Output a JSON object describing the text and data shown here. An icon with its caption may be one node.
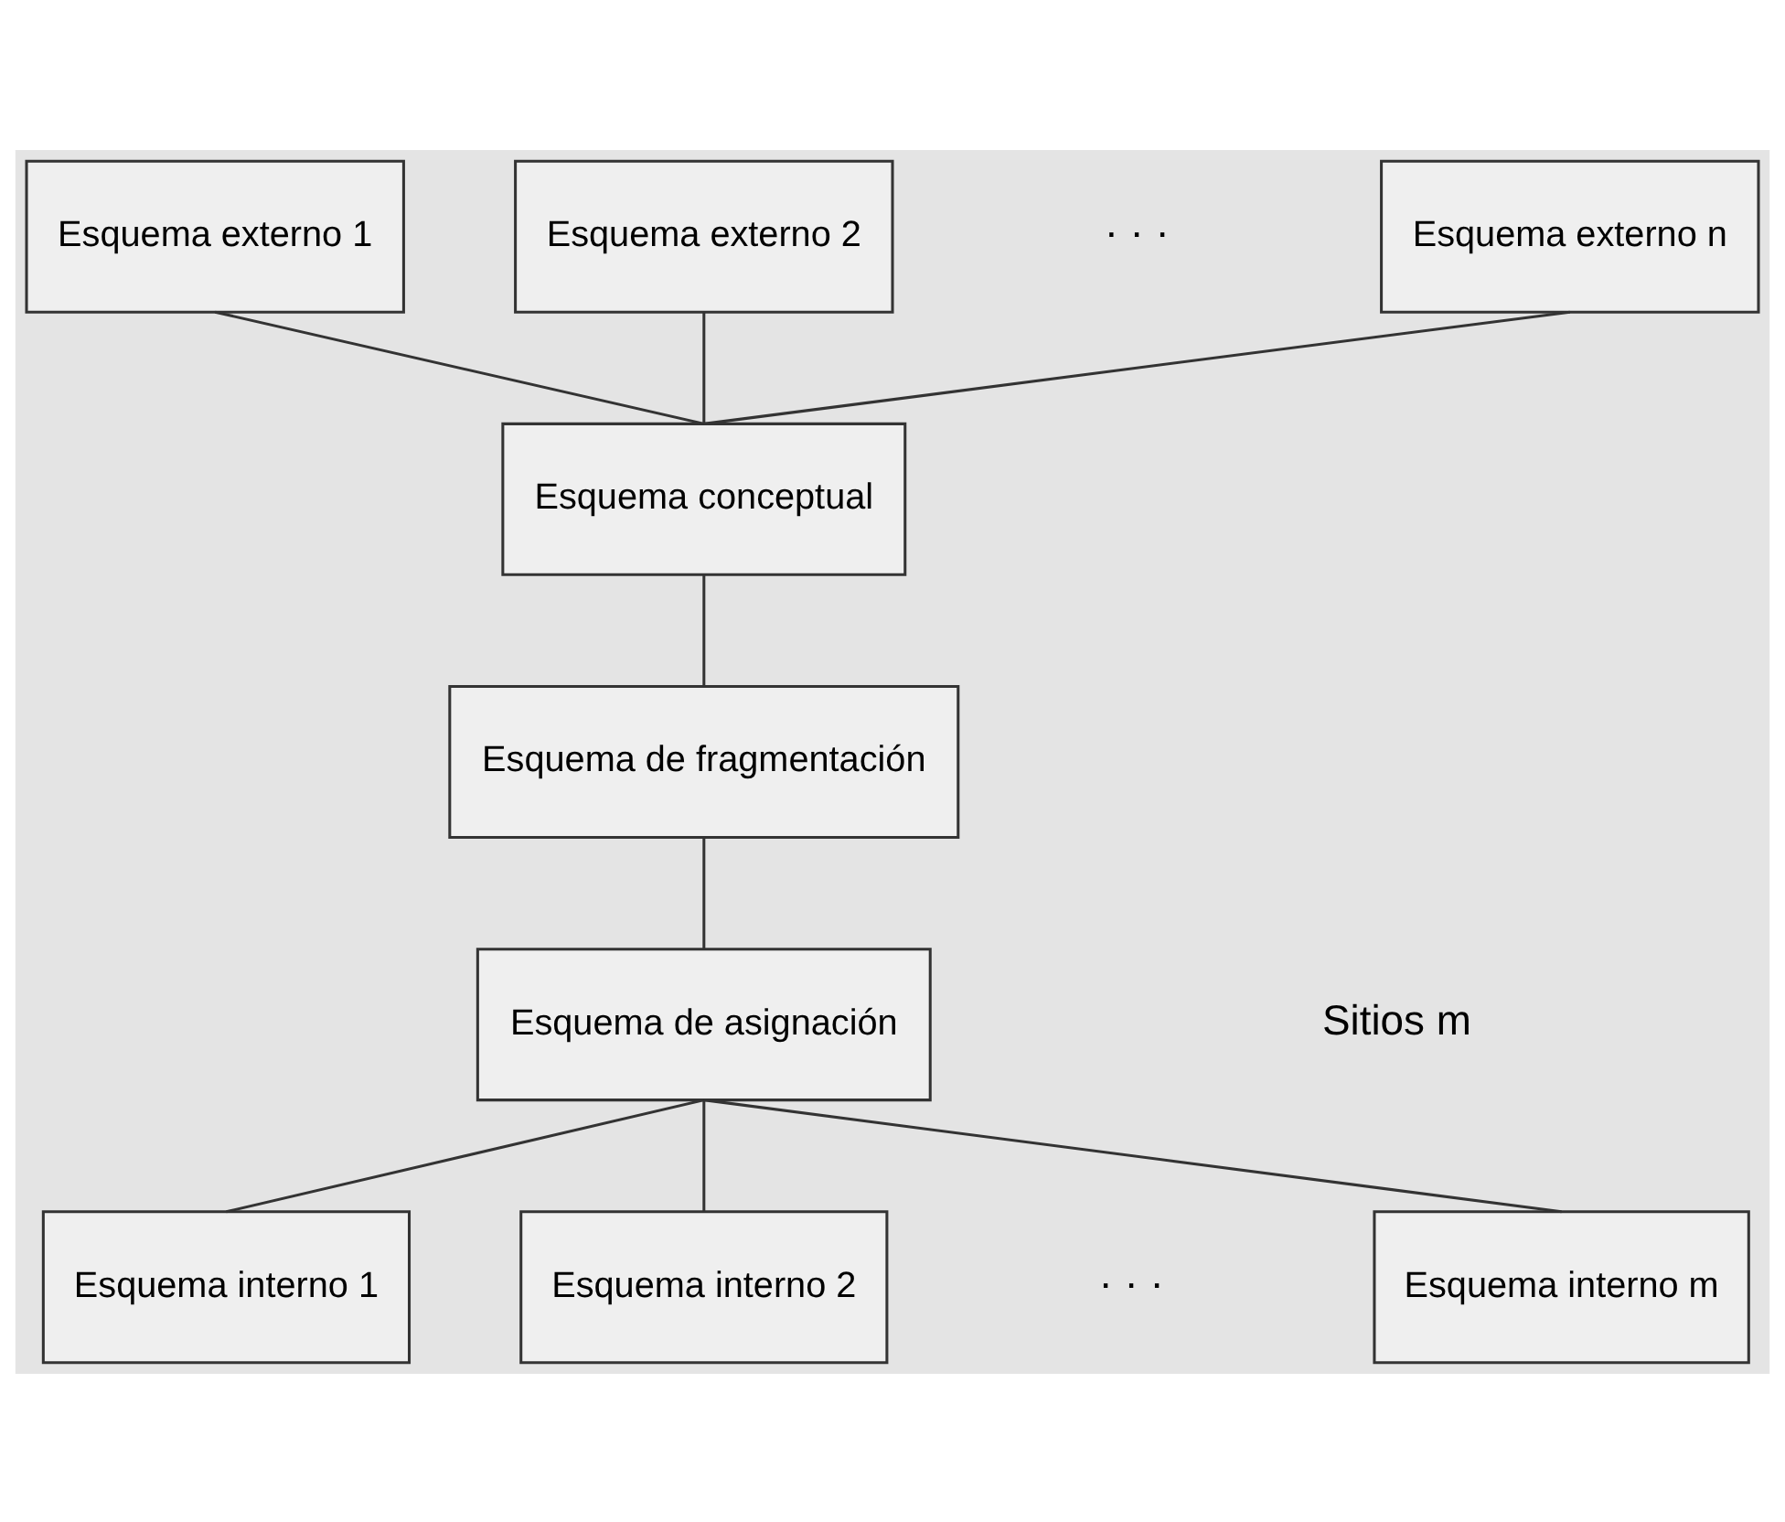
{
  "diagram": {
    "nodes": [
      {
        "text": [
          "Esquema externo 1"
        ]
      },
      {
        "text": [
          "Esquema externo 2"
        ]
      },
      {
        "text": [
          "Esquema externo n"
        ]
      },
      {
        "text": [
          "Esquema conceptual"
        ]
      },
      {
        "text": [
          "Esquema de fragmentación"
        ]
      },
      {
        "text": [
          "Esquema de asignación"
        ]
      },
      {
        "text": [
          "Esquema interno 1"
        ]
      },
      {
        "text": [
          "Esquema interno 2"
        ]
      },
      {
        "text": [
          "Esquema interno m"
        ]
      }
    ],
    "edges": [
      {
        "from": 0,
        "to": 3,
        "arrow": "none"
      },
      {
        "from": 1,
        "to": 3,
        "arrow": "none"
      },
      {
        "from": 2,
        "to": 3,
        "arrow": "none"
      },
      {
        "from": 3,
        "to": 4,
        "arrow": "none"
      },
      {
        "from": 4,
        "to": 5,
        "arrow": "none"
      },
      {
        "from": 5,
        "to": 6,
        "arrow": "none"
      },
      {
        "from": 5,
        "to": 7,
        "arrow": "none"
      },
      {
        "from": 5,
        "to": 8,
        "arrow": "none"
      }
    ],
    "labels": [
      "· · ·",
      "Sitios m",
      "· · ·"
    ]
  }
}
